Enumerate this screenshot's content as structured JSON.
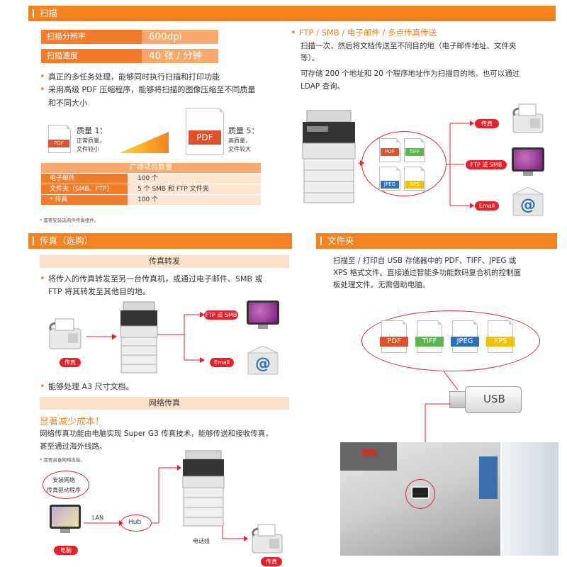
{
  "scan": {
    "title": "扫描",
    "spec": [
      {
        "label": "扫描分辨率",
        "value": "600dpi"
      },
      {
        "label": "扫描速度",
        "value": "40 张 / 分钟"
      }
    ],
    "bullets": [
      "真正的多任务处理，能够同时执行扫描和打印功能",
      "采用高级 PDF 压缩程序，能够将扫描的图像压缩至不同质量",
      "和不同大小"
    ],
    "quality_low": {
      "title": "质量 1：",
      "line1": "正常质量，",
      "line2": "文件较小",
      "badge": "PDF"
    },
    "quality_high": {
      "title": "质量 5：",
      "line1": "高质量，",
      "line2": "文件较大",
      "badge": "PDF"
    },
    "table_header": "广播项目数量",
    "table_rows": [
      {
        "k": "电子邮件",
        "v": "100 个"
      },
      {
        "k": "文件夹（SMB、FTP）",
        "v": "5 个 SMB 和 FTP 文件夹"
      },
      {
        "k": "* 传真",
        "v": "100 个"
      }
    ],
    "footnote": "* 需要安装选购件传真组件。"
  },
  "ftp": {
    "heading": "FTP / SMB / 电子邮件 / 多点传真传送",
    "p1a": "扫描一次，然后将文档传送至不同目的地（电子邮件地址、文件夹",
    "p1b": "等）。",
    "p2a": "可存储 200 个地址和 20 个程序地址作为扫描目的地。也可以通过",
    "p2b": "LDAP 查询。",
    "docs": [
      "PDF",
      "TIFF",
      "JPEG",
      "XPS"
    ],
    "targets": [
      "传真",
      "FTP 或 SMB",
      "Email"
    ]
  },
  "fax": {
    "title": "传真（选购）",
    "forward_head": "传真转发",
    "forward_a": "将传入的传真转发至另一台传真机，或通过电子邮件、SMB 或",
    "forward_b": "FTP 将其转发至其他目的地。",
    "fax_label": "传真",
    "ftp_label": "FTP 或 SMB",
    "email_label": "Email",
    "a3": "能够处理 A3 尺寸文档。",
    "net_head": "网络传真",
    "save_title": "显著减少成本！",
    "net_a": "网络传真功能由电脑实现 Super G3 传真技术，能够传送和接收传真，",
    "net_b": "甚至通过海外线路。",
    "net_note": "* 需要具备网络连接。",
    "bubble_a": "安装网络",
    "bubble_b": "传真驱动程序",
    "lan": "LAN",
    "hub": "Hub",
    "pc_label": "电脑",
    "phone_line": "电话线",
    "fax2_label": "传真"
  },
  "folder": {
    "title": "文件夹",
    "p_a": "扫描至 / 打印自 USB 存储器中的 PDF、TIFF、JPEG 或",
    "p_b": "XPS 格式文件。直接通过智能多功能数码复合机的控制面",
    "p_c": "板处理文件。无需借助电脑。",
    "docs": [
      "PDF",
      "TIFF",
      "JPEG",
      "XPS"
    ],
    "usb": "USB"
  },
  "colors": {
    "orange": "#f58220",
    "pdf_red": "#e0502a",
    "tiff_green": "#5ab54a",
    "jpeg_blue": "#2e6fb7",
    "xps_yellow": "#f2c200",
    "red": "#e8202a"
  }
}
